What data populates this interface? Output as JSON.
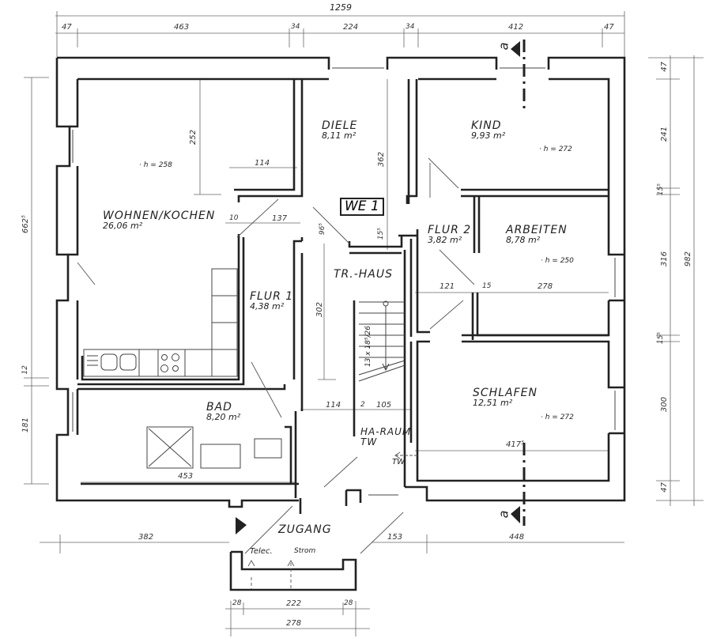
{
  "plan": {
    "unit_label": "WE 1",
    "section_marker": "a",
    "rooms": [
      {
        "name": "WOHNEN/KOCHEN",
        "area": "26,06 m²",
        "height": "· h = 258"
      },
      {
        "name": "DIELE",
        "area": "8,11 m²"
      },
      {
        "name": "KIND",
        "area": "9,93 m²",
        "height": "· h = 272"
      },
      {
        "name": "FLUR 2",
        "area": "3,82 m²"
      },
      {
        "name": "ARBEITEN",
        "area": "8,78 m²",
        "height": "· h = 250"
      },
      {
        "name": "FLUR 1",
        "area": "4,38 m²"
      },
      {
        "name": "TR.-HAUS"
      },
      {
        "name": "BAD",
        "area": "8,20 m²"
      },
      {
        "name": "SCHLAFEN",
        "area": "12,51 m²",
        "height": "· h = 272"
      },
      {
        "name": "HA-RAUM",
        "sub": "TW"
      },
      {
        "name": "ZUGANG"
      }
    ],
    "annotations": {
      "stair": "13 x 18⁵/26",
      "tw": "TW",
      "telec": "Telec.",
      "strom": "Strom"
    },
    "dimensions": {
      "top_total": "1259",
      "top": [
        "47",
        "463",
        "34",
        "224",
        "34",
        "412",
        "47"
      ],
      "right_total": "982",
      "right": [
        "47",
        "241",
        "15⁵",
        "316",
        "15⁵",
        "300",
        "47"
      ],
      "left": [
        "662⁵",
        "12",
        "181"
      ],
      "bottom": [
        "382",
        "153",
        "448"
      ],
      "entrance": [
        "28",
        "222",
        "28",
        "278"
      ],
      "inner": {
        "living_depth": "252",
        "living_notch": "114",
        "wall_10": "10",
        "flur1_width": "137",
        "diele_height": "362",
        "diele_96": "96⁵",
        "diele_15": "15⁵",
        "stair_302": "302",
        "flur2_121": "121",
        "wall_15": "15",
        "arbeiten_278": "278",
        "tr_114": "114",
        "tr_2": "2",
        "tr_105": "105",
        "bad_453": "453",
        "schlafen_4175": "417⁵"
      }
    }
  }
}
